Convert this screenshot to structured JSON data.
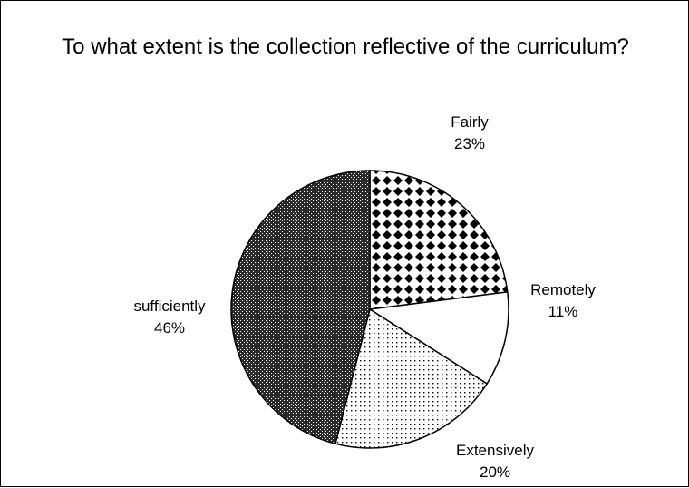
{
  "chart_data": {
    "type": "pie",
    "title": "To what extent is the collection reflective of the curriculum?",
    "slices": [
      {
        "name": "Fairly",
        "value": 23,
        "percent_label": "23%",
        "pattern": "checker"
      },
      {
        "name": "Remotely",
        "value": 11,
        "percent_label": "11%",
        "pattern": "solid-white"
      },
      {
        "name": "Extensively",
        "value": 20,
        "percent_label": "20%",
        "pattern": "dots"
      },
      {
        "name": "sufficiently",
        "value": 46,
        "percent_label": "46%",
        "pattern": "dense-hatch"
      }
    ],
    "start_angle_deg": 0,
    "direction": "clockwise",
    "legend": "none",
    "colors": {
      "stroke": "#000000",
      "background": "#ffffff"
    }
  }
}
